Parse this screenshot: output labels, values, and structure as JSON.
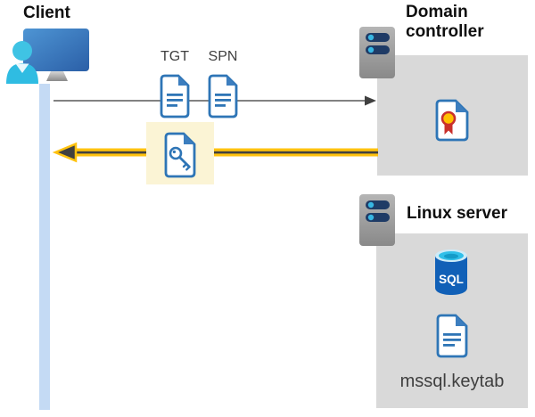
{
  "client": {
    "title": "Client",
    "icon": "user-workstation-icon"
  },
  "flow": {
    "tgt_label": "TGT",
    "spn_label": "SPN",
    "request_icon": "document-ticket-icon",
    "response_icon": "key-document-icon",
    "request_arrow": "gray-right-arrow",
    "response_arrow": "yellow-left-arrow"
  },
  "domain_controller": {
    "title": "Domain controller",
    "icons": [
      "server-icon",
      "certificate-icon"
    ]
  },
  "linux_server": {
    "title": "Linux server",
    "sql_badge": "SQL",
    "keytab_label": "mssql.keytab",
    "icons": [
      "server-icon",
      "sql-database-icon",
      "document-icon"
    ]
  },
  "colors": {
    "request_arrow_gray": "#595959",
    "response_arrow_yellow": "#ffc20e",
    "response_arrow_dark": "#404040",
    "highlight_yellow": "#fbf4d5",
    "container_box_gray": "#d9d9d9",
    "document_blue": "#2e75b6",
    "document_fold_blue": "#3c7ebf",
    "lifeline_blue": "#c4daf4",
    "sql_body_blue": "#1160b7",
    "sql_top_cyan": "#2fbfe9",
    "person_cyan": "#3bbfe3",
    "server_bar_navy": "#1f3b66",
    "cert_gold": "#ffc000",
    "cert_red": "#c9302c"
  }
}
